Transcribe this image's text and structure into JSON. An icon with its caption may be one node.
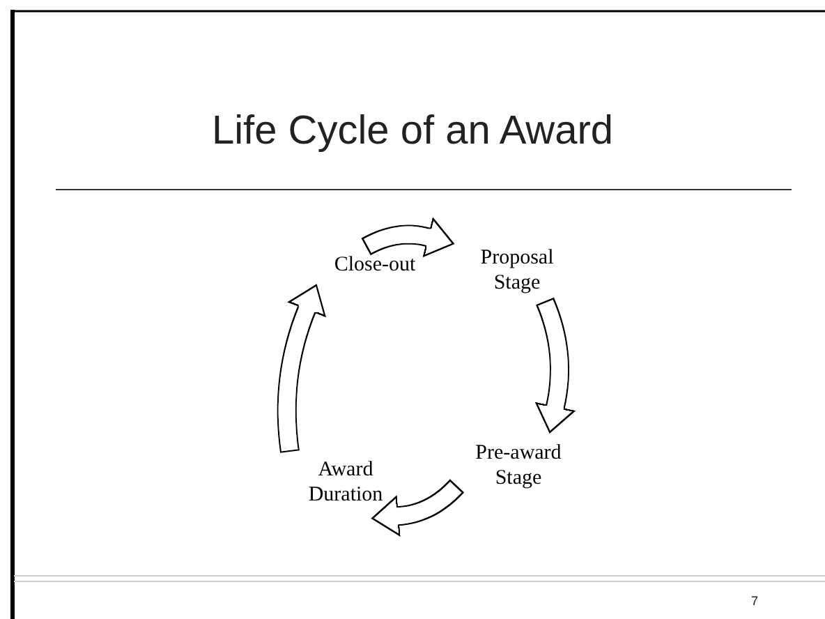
{
  "diagram": {
    "title": "Life Cycle of an Award",
    "nodes": [
      {
        "text": [
          "Close-out"
        ]
      },
      {
        "text": [
          "Proposal Stage"
        ]
      },
      {
        "text": [
          "Pre-award Stage"
        ]
      },
      {
        "text": [
          "Award Duration"
        ]
      }
    ],
    "edges": [
      {
        "from": 0,
        "to": 1,
        "arrow": "to"
      },
      {
        "from": 1,
        "to": 2,
        "arrow": "to"
      },
      {
        "from": 2,
        "to": 3,
        "arrow": "to"
      },
      {
        "from": 3,
        "to": 0,
        "arrow": "to"
      }
    ],
    "labels": [
      "7"
    ]
  }
}
